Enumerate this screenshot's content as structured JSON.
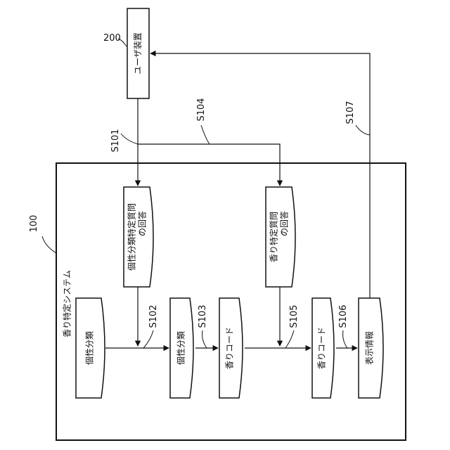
{
  "references": {
    "user_device_ref": "200",
    "system_ref": "100",
    "s101": "S101",
    "s102": "S102",
    "s103": "S103",
    "s104": "S104",
    "s105": "S105",
    "s106": "S106",
    "s107": "S107"
  },
  "nodes": {
    "user_device": "ユーザ装置",
    "system_title": "香り特定システム",
    "personality_answer_line1": "個性分類特定質問",
    "personality_answer_line2": "の回答",
    "scent_answer_line1": "香り特定質問",
    "scent_answer_line2": "の回答",
    "personality_class_input": "個性分類",
    "personality_class": "個性分類",
    "scent_code_1": "香りコード",
    "scent_code_2": "香りコード",
    "display_info": "表示情報"
  }
}
